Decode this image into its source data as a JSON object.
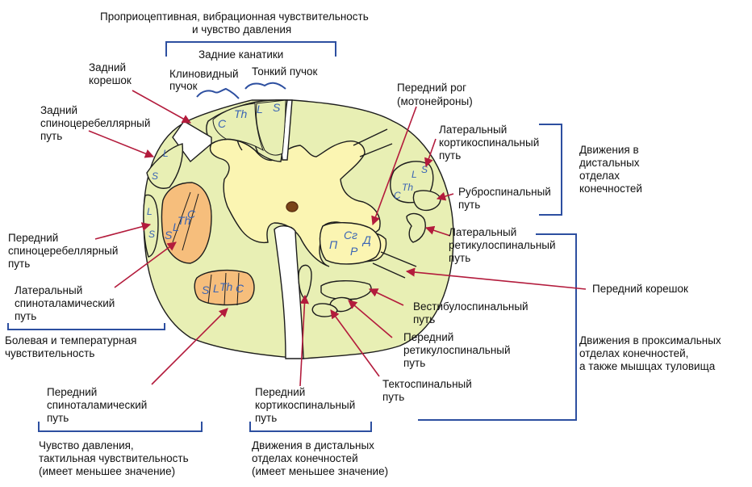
{
  "colors": {
    "white_matter": "#e8efb4",
    "gray_matter": "#fbf5b2",
    "spinothalamic": "#f6be7c",
    "outline": "#1c1c1c",
    "arrow": "#b31b3c",
    "bracket": "#2d4fa0",
    "tract_letters": "#3a64b4"
  },
  "labels": {
    "top_sensation": [
      "Проприоцептивная, вибрационная чувствительность",
      "и чувство давления"
    ],
    "dorsal_columns": "Задние канатики",
    "cuneate": [
      "Клиновидный",
      "пучок"
    ],
    "gracile": "Тонкий пучок",
    "dorsal_root": [
      "Задний",
      "корешок"
    ],
    "posterior_spinocerebellar": [
      "Задний",
      "спиноцеребеллярный",
      "путь"
    ],
    "anterior_horn": [
      "Передний рог",
      "(мотонейроны)"
    ],
    "lateral_corticospinal": [
      "Латеральный",
      "кортикоспинальный",
      "путь"
    ],
    "distal_movements": [
      "Движения в",
      "дистальных",
      "отделах",
      "конечностей"
    ],
    "rubrospinal": [
      "Руброспинальный",
      "путь"
    ],
    "lateral_reticulospinal": [
      "Латеральный",
      "ретикулоспинальный",
      "путь"
    ],
    "anterior_spinocerebellar": [
      "Передний",
      "спиноцеребеллярный",
      "путь"
    ],
    "lateral_spinothalamic": [
      "Латеральный",
      "спиноталамический",
      "путь"
    ],
    "ventral_root": "Передний корешок",
    "pain_temp": [
      "Болевая и температурная",
      "чувствительность"
    ],
    "vestibulospinal": "Вестибулоспинальный",
    "vestibulospinal_2": "путь",
    "anterior_reticulospinal": [
      "Передний",
      "ретикулоспинальный",
      "путь"
    ],
    "proximal_movements": [
      "Движения в проксимальных",
      "отделах конечностей,",
      "а также мышцах туловища"
    ],
    "tectospinal": [
      "Тектоспинальный",
      "путь"
    ],
    "anterior_spinothalamic": [
      "Передний",
      "спиноталамический",
      "путь"
    ],
    "anterior_corticospinal": [
      "Передний",
      "кортикоспинальный",
      "путь"
    ],
    "pressure_touch": [
      "Чувство давления,",
      "тактильная чувствительность",
      "(имеет меньшее значение)"
    ],
    "distal_movements_2": [
      "Движения в дистальных",
      "отделах конечностей",
      "(имеет меньшее значение)"
    ]
  },
  "tract_letters": {
    "cuneate": [
      "C",
      "Th"
    ],
    "gracile": [
      "L",
      "S"
    ],
    "post_spinocerebellar": [
      "L",
      "S"
    ],
    "ant_spinocerebellar": [
      "L",
      "S"
    ],
    "lateral_spinothalamic": [
      "S",
      "L",
      "Th",
      "C"
    ],
    "anterior_spinothalamic": [
      "S",
      "L",
      "Th",
      "C"
    ],
    "lateral_corticospinal": [
      "C",
      "Th",
      "L",
      "S"
    ],
    "anterior_horn": [
      "П",
      "Сг",
      "Д",
      "Р"
    ]
  }
}
